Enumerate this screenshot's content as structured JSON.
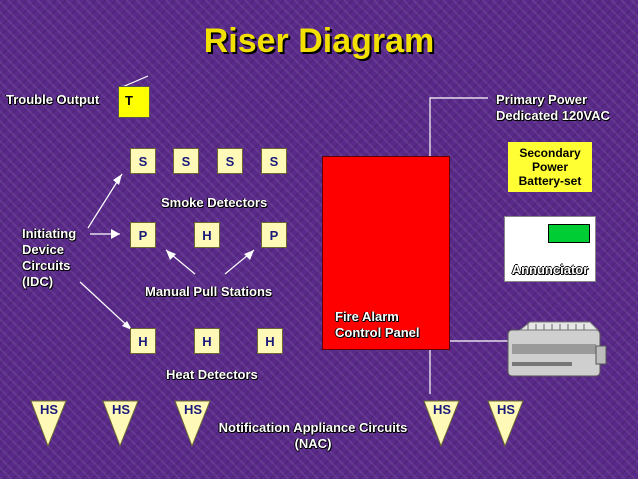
{
  "title": "Riser Diagram",
  "labels": {
    "trouble_output": "Trouble Output",
    "trouble_box": "T",
    "primary_power_line1": "Primary Power",
    "primary_power_line2": "Dedicated 120VAC",
    "secondary_line1": "Secondary",
    "secondary_line2": "Power",
    "secondary_line3": "Battery-set",
    "annunciator": "Annunciator",
    "idc_line1": "Initiating",
    "idc_line2": "Device",
    "idc_line3": "Circuits",
    "idc_line4": "(IDC)",
    "smoke_detectors": "Smoke Detectors",
    "manual_pull_stations": "Manual Pull Stations",
    "heat_detectors": "Heat Detectors",
    "panel_line1": "Fire Alarm",
    "panel_line2": "Control Panel",
    "nac_line1": "Notification Appliance Circuits",
    "nac_line2": "(NAC)"
  },
  "devices": {
    "smoke": [
      "S",
      "S",
      "S",
      "S"
    ],
    "pull": [
      "P",
      "H",
      "P"
    ],
    "heat": [
      "H",
      "H",
      "H"
    ],
    "horn_strobes": [
      "HS",
      "HS",
      "HS",
      "HS",
      "HS"
    ]
  },
  "colors": {
    "background": "#5a2a8a",
    "title": "#f2e000",
    "panel": "#ff0000",
    "secondary_power": "#ffff33",
    "trouble_box": "#ffff00",
    "device_fill": "#fff9b8",
    "annunciator_led": "#00cc33",
    "wire": "#ffffff"
  },
  "icons": {
    "device": "diamond-shape",
    "horn_strobe": "triangle-shape",
    "printer": "printer-icon"
  }
}
